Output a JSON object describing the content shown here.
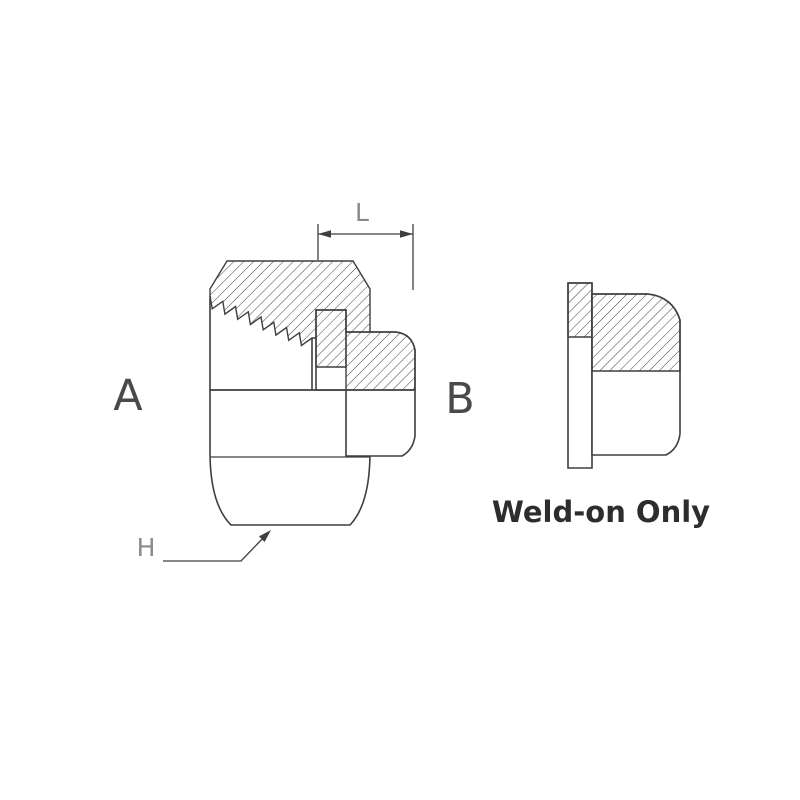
{
  "diagram": {
    "labels": {
      "left": "A",
      "right": "B",
      "dimension_length": "L",
      "dimension_height": "H"
    },
    "caption": "Weld-on Only",
    "colors": {
      "line": "#3f3f3f",
      "part_label": "#4a4a4a",
      "dimension_label": "#8a8a8a",
      "caption_text": "#2d2d2d",
      "background": "#ffffff"
    }
  }
}
